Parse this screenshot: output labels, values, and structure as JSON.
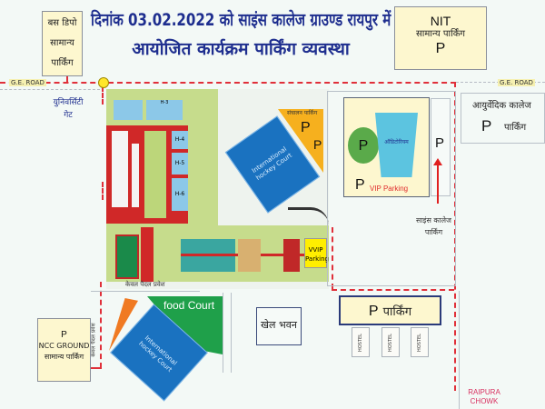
{
  "title": {
    "line1": "दिनांक 03.02.2022 को साइंस कालेज ग्राउण्ड रायपुर में",
    "line2": "आयोजित कार्यक्रम पार्किंग व्यवस्था"
  },
  "roads": {
    "ge_road_left": "G.E. ROAD",
    "ge_road_right": "G.E. ROAD",
    "raipura_chowk": "RAIPURA CHOWK"
  },
  "bus_depot": {
    "line1": "बस डिपो",
    "line2": "सामान्य",
    "line3": "पार्किंग"
  },
  "nit": {
    "name": "NIT",
    "label": "सामान्य पार्किंग",
    "p": "P"
  },
  "university_gate": {
    "line1": "युनिवर्सिटी",
    "line2": "गेट"
  },
  "ayurvedic": {
    "name": "आयुर्वेदिक कालेज",
    "p": "P",
    "label": "पार्किंग"
  },
  "hockey_court_1": {
    "label": "International hockey Court"
  },
  "sanchalan_parking": {
    "label": "संचालन पार्किंग",
    "p1": "P",
    "p2": "P"
  },
  "auditorium_block": {
    "circle_p": "P",
    "auditorium": "ऑडिटोरियम",
    "vip_p": "P",
    "vip_label": "VIP Parking"
  },
  "science_college": {
    "p": "P",
    "line1": "साइंस कालेज",
    "line2": "पार्किंग"
  },
  "vvip": {
    "line1": "VVIP",
    "line2": "Parking"
  },
  "campus": {
    "h4": "H-4",
    "h5": "H-5",
    "h6": "H-6",
    "h3": "H-3"
  },
  "pedestrian_entry": "केवल पैदल प्रवेश",
  "pedestrian_entry_vertical": "केवल पैदल प्रवेश",
  "food_court": "food Court",
  "hockey_court_2": {
    "label": "International hockey Court"
  },
  "khel_bhawan": "खेल भवन",
  "parking_south": {
    "p": "P",
    "label": "पार्किंग"
  },
  "hostels": [
    "HOSTEL",
    "HOSTEL",
    "HOSTEL"
  ],
  "ncc": {
    "p": "P",
    "name": "NCC GROUND",
    "label": "सामान्य पार्किंग"
  },
  "colors": {
    "title": "#1f2f8f",
    "route": "#e0303a",
    "court": "#1a72c0",
    "food_court": "#1fa04a",
    "vvip": "#ffee00",
    "sanchalan": "#f6b01e"
  }
}
